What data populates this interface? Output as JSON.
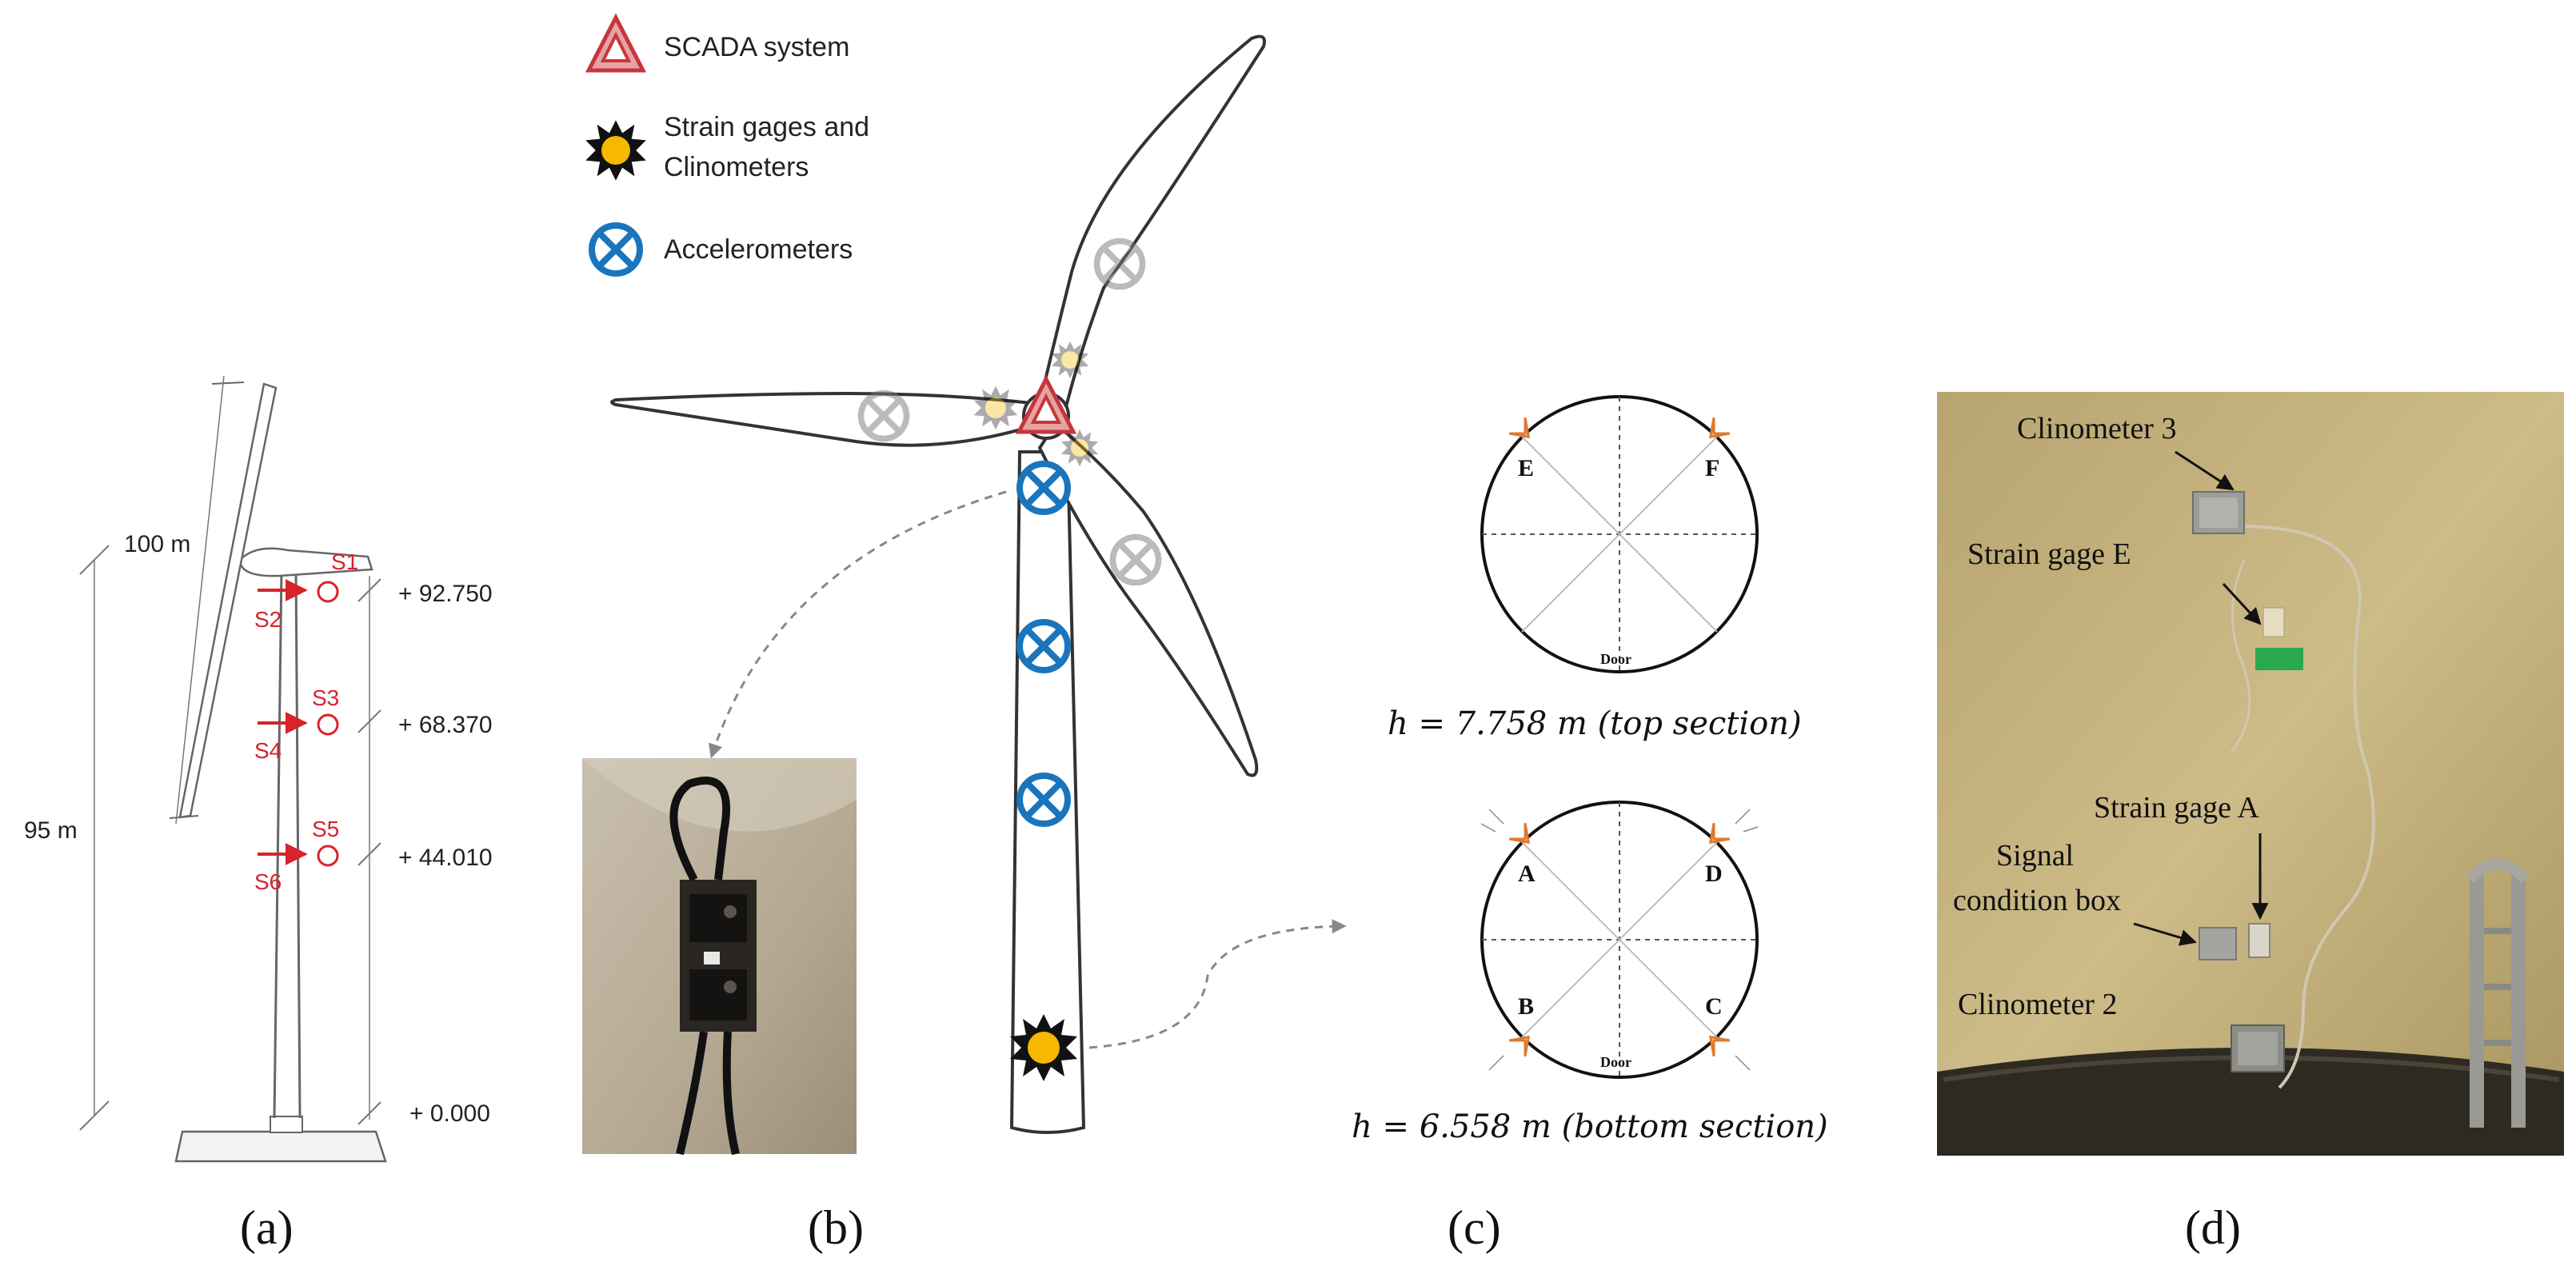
{
  "panel_a": {
    "label": "(a)",
    "rotor_diameter": "100 m",
    "hub_height": "95 m",
    "sensors": [
      "S1",
      "S2",
      "S3",
      "S4",
      "S5",
      "S6"
    ],
    "elevations": [
      "+ 92.750",
      "+ 68.370",
      "+ 44.010",
      "+ 0.000"
    ],
    "colors": {
      "sensor": "#d8232a",
      "line": "#555555"
    }
  },
  "panel_b": {
    "label": "(b)",
    "legend": [
      {
        "icon": "scada-triangle-icon",
        "text": "SCADA system",
        "color": "#d94b4f"
      },
      {
        "icon": "strain-gage-star-icon",
        "text": "Strain gages and",
        "text2": "Clinometers",
        "color": "#f2b705"
      },
      {
        "icon": "accelerometer-x-circle-icon",
        "text": "Accelerometers",
        "color": "#1a75bc"
      }
    ]
  },
  "panel_c": {
    "label": "(c)",
    "top_points": [
      "E",
      "F"
    ],
    "top_door": "Door",
    "top_caption": "h = 7.758 m (top section)",
    "bottom_points": [
      "A",
      "D",
      "B",
      "C"
    ],
    "bottom_door": "Door",
    "bottom_caption": "h = 6.558 m (bottom section)"
  },
  "panel_d": {
    "label": "(d)",
    "annotations": [
      "Clinometer 3",
      "Strain gage E",
      "Strain gage A",
      "Signal",
      "condition box",
      "Clinometer 2"
    ]
  }
}
